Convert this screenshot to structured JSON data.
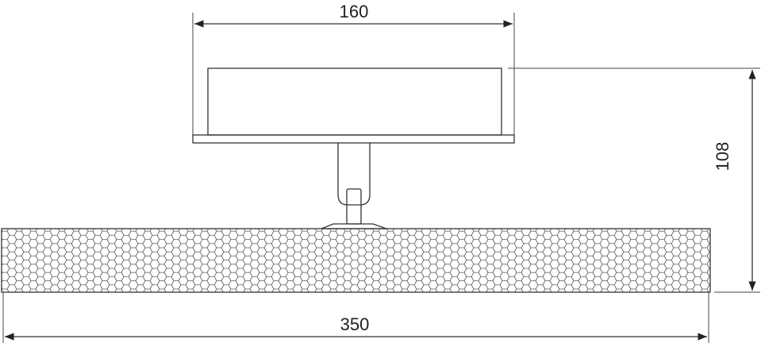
{
  "dimensions": {
    "top_width": "160",
    "total_width": "350",
    "height": "108"
  }
}
